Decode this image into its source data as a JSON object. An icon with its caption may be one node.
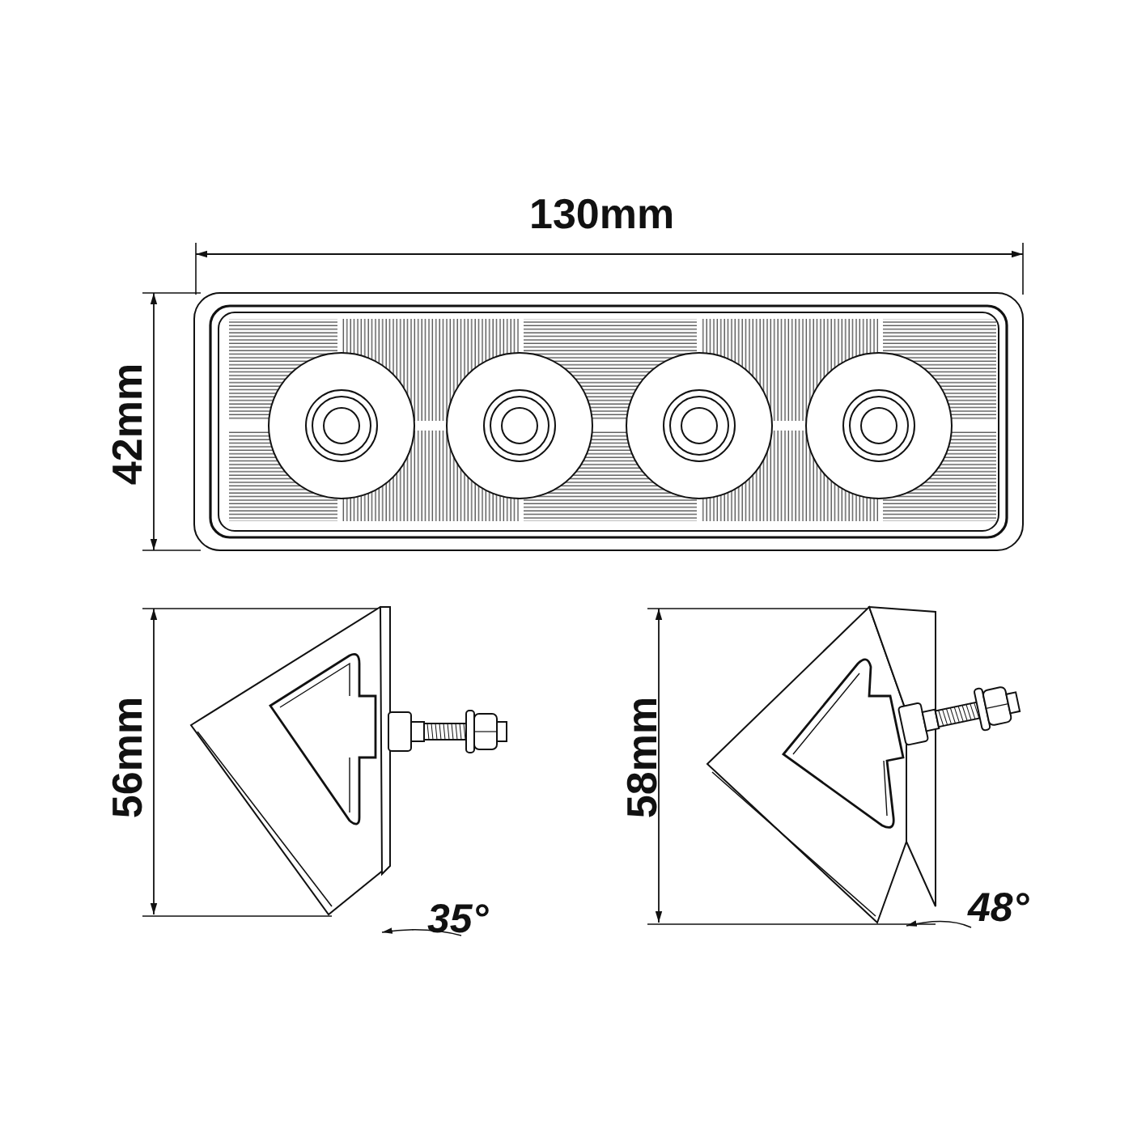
{
  "diagram": {
    "labels": [
      "130mm",
      "42mm",
      "56mm",
      "35°",
      "58mm",
      "48°"
    ]
  }
}
